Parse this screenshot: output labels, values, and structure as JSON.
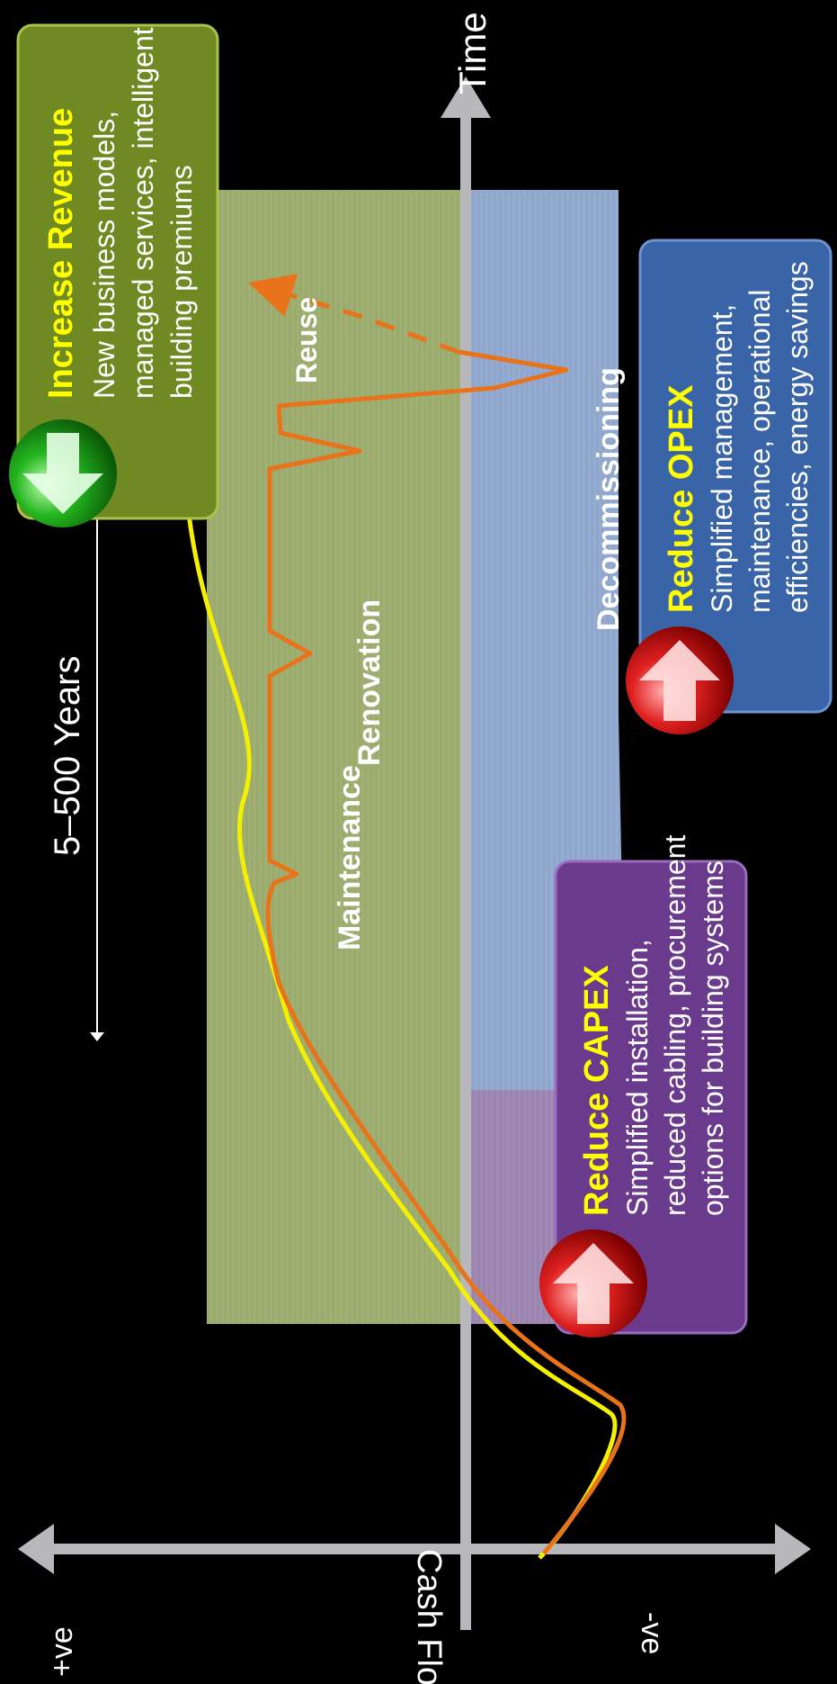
{
  "axes": {
    "time_label": "Time",
    "cashflow_label": "Cash Flow",
    "positive_label": "+ve",
    "negative_label": "-ve"
  },
  "duration_label": "5–500 Years",
  "phases": {
    "maintenance": "Maintenance",
    "renovation": "Renovation",
    "decommissioning": "Decommissioning",
    "reuse": "Reuse"
  },
  "boxes": {
    "capex": {
      "title": "Reduce CAPEX",
      "lines": [
        "Simplified installation,",
        "reduced cabling, procurement",
        "options for building systems"
      ],
      "color": "#6a3a8c"
    },
    "opex": {
      "title": "Reduce OPEX",
      "lines": [
        "Simplified management,",
        "maintenance, operational",
        "efficiencies,  energy savings"
      ],
      "color": "#3a64a8"
    },
    "revenue": {
      "title": "Increase Revenue",
      "lines": [
        "New business models,",
        "managed services, intelligent",
        "building premiums"
      ],
      "color": "#6f8a22"
    }
  },
  "colors": {
    "green_band": "#9aab6c",
    "blue_band": "#8ea6cc",
    "purple_band": "#9b84b0",
    "orange_curve": "#e8731a",
    "yellow_curve": "#f4f000",
    "axis": "#b8b8bc"
  }
}
